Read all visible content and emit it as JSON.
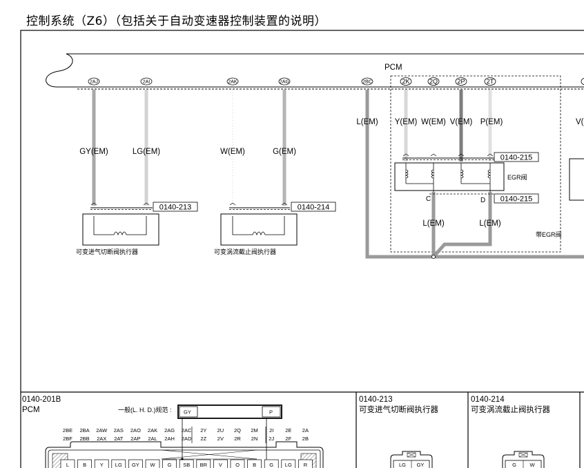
{
  "title": "控制系统（Z6）（包括关于自动变速器控制装置的说明）",
  "module": "PCM",
  "pins": [
    {
      "id": "2AJ",
      "wire": "GY(EM)"
    },
    {
      "id": "2AI",
      "wire": "LG(EM)"
    },
    {
      "id": "2AK",
      "wire": "W(EM)"
    },
    {
      "id": "2AG",
      "wire": "G(EM)"
    },
    {
      "id": "2BC",
      "wire": "L(EM)"
    },
    {
      "id": "2K",
      "wire": "Y(EM)"
    },
    {
      "id": "2Q",
      "wire": "W(EM)"
    },
    {
      "id": "2P",
      "wire": "V(EM)"
    },
    {
      "id": "2T",
      "wire": "P(EM)"
    },
    {
      "id": "",
      "wire": "V("
    }
  ],
  "components": {
    "intake_valve": {
      "ref": "0140-213",
      "name": "可变进气切断阀执行器"
    },
    "swirl_valve": {
      "ref": "0140-214",
      "name": "可变涡流截止阀执行器"
    },
    "egr_valve": {
      "ref_top": "0140-215",
      "ref_bottom": "0140-215",
      "name": "EGR阀",
      "pin_c": "C",
      "pin_d": "D",
      "wire_c": "L(EM)",
      "wire_d": "L(EM)",
      "note": "带EGR阀"
    }
  },
  "panels": {
    "pcm_conn": {
      "ref": "0140-201B",
      "name": "PCM",
      "spec_label": "一般(L. H. D.)规范 :",
      "legend_left": "GY",
      "legend_right": "P",
      "row1": [
        "2BE",
        "2BA",
        "2AW",
        "2AS",
        "2AO",
        "2AK",
        "2AG",
        "2AC",
        "2Y",
        "2U",
        "2Q",
        "2M",
        "2I",
        "2E",
        "2A"
      ],
      "row2": [
        "2BF",
        "2BB",
        "2AX",
        "2AT",
        "2AP",
        "2AL",
        "2AH",
        "2AD",
        "2Z",
        "2V",
        "2R",
        "2N",
        "2J",
        "2F",
        "2B"
      ],
      "colors": [
        "L",
        "B",
        "Y",
        "LG",
        "GY",
        "W",
        "G",
        "SB",
        "BR",
        "V",
        "O",
        "B",
        "G",
        "LG",
        "R"
      ]
    },
    "intake_conn": {
      "ref": "0140-213",
      "name": "可变进气切断阀执行器",
      "pins": [
        "LG",
        "GY"
      ]
    },
    "swirl_conn": {
      "ref": "0140-214",
      "name": "可变涡流截止阀执行器",
      "pins": [
        "G",
        "W"
      ]
    }
  }
}
